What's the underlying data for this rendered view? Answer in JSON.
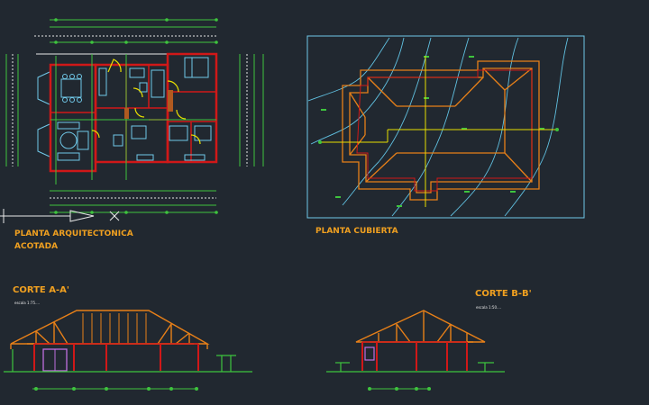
{
  "labels": {
    "plan_title_line1": "PLANTA ARQUITECTONICA",
    "plan_title_line2": "ACOTADA",
    "roof_title": "PLANTA CUBIERTA",
    "section_a_title": "CORTE A-A'",
    "section_a_scale": "escala 1:75....",
    "section_b_title": "CORTE B-B'",
    "section_b_scale": "escala 1:50...."
  },
  "colors": {
    "background": "#212830",
    "title": "#f0a020",
    "wall": "#d01818",
    "dimension": "#3ec43e",
    "contour": "#60c0e0",
    "roof": "#e88018",
    "axis": "#e8e000",
    "frame": "#70c8e8"
  }
}
